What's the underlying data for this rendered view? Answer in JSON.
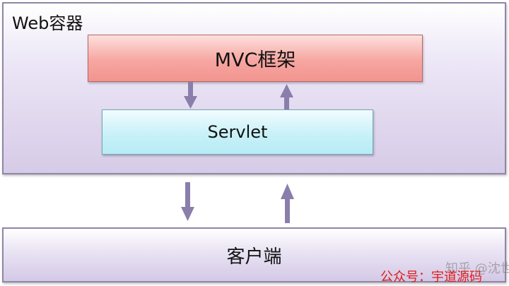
{
  "web_container": {
    "label": "Web容器"
  },
  "mvc": {
    "label": "MVC框架"
  },
  "servlet": {
    "label": "Servlet"
  },
  "client": {
    "label": "客户端"
  },
  "watermark": {
    "zhihu": "知乎 @沈世钧",
    "public_account": "公众号：宇道源码"
  },
  "colors": {
    "arrow": "#8a7fab",
    "container_border": "#8f86a8",
    "mvc_fill": "#f7a6a1",
    "servlet_fill": "#c8f1f8",
    "watermark_red": "#e11b1b"
  }
}
